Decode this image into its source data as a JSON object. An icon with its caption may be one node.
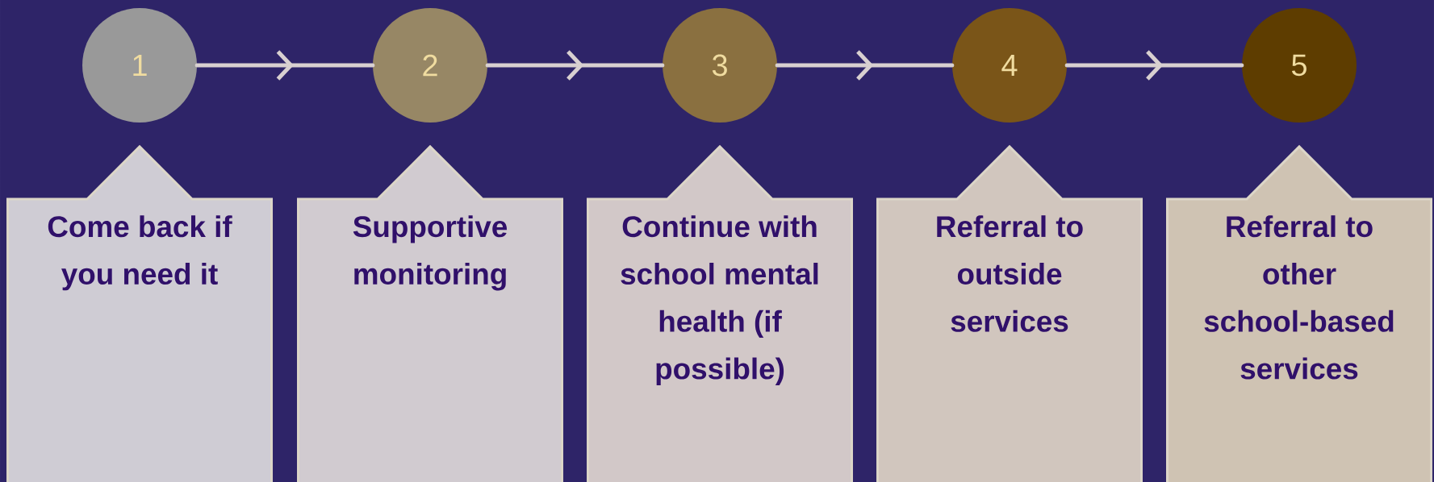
{
  "diagram": {
    "nodes": [
      {
        "text": [
          "1"
        ]
      },
      {
        "text": [
          "2"
        ]
      },
      {
        "text": [
          "3"
        ]
      },
      {
        "text": [
          "4"
        ]
      },
      {
        "text": [
          "5"
        ]
      },
      {
        "text": [
          "Come back if you need it"
        ]
      },
      {
        "text": [
          "Supportive monitoring"
        ]
      },
      {
        "text": [
          "Continue with school mental health (if possible)"
        ]
      },
      {
        "text": [
          "Referral to outside services"
        ]
      },
      {
        "text": [
          "Referral to other school-based services"
        ]
      }
    ],
    "edges": [
      {
        "from": 0,
        "to": 1,
        "arrow": "to"
      },
      {
        "from": 1,
        "to": 2,
        "arrow": "to"
      },
      {
        "from": 2,
        "to": 3,
        "arrow": "to"
      },
      {
        "from": 3,
        "to": 4,
        "arrow": "to"
      }
    ]
  }
}
